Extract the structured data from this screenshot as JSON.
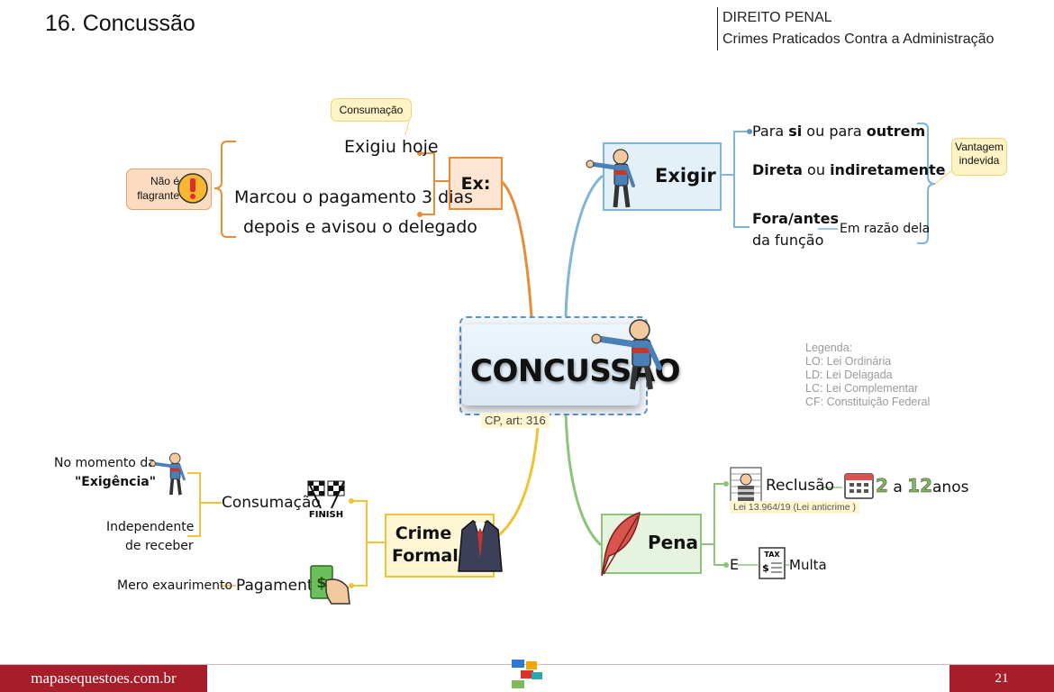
{
  "header": {
    "page_title": "16. Concussão",
    "subject": "DIREITO PENAL",
    "topic": "Crimes Praticados Contra a Administração"
  },
  "center": {
    "label": "CONCUSSÃO",
    "reference": "CP, art: 316"
  },
  "example": {
    "label": "Ex:",
    "items": [
      "Exigiu hoje",
      "Marcou o pagamento 3 dias",
      "depois e avisou o delegado"
    ],
    "consumacao_bubble": "Consumação",
    "flag_line1": "Não é",
    "flag_line2": "flagrante"
  },
  "exigir": {
    "label": "Exigir",
    "item1_a": "Para ",
    "item1_b": "si",
    "item1_c": " ou para ",
    "item1_d": "outrem",
    "item2_a": "Direta",
    "item2_b": " ou ",
    "item2_c": "indiretamente",
    "item3_a": "Fora/antes",
    "item3_b": "da função",
    "item3_sub": "Em razão dela",
    "callout_line1": "Vantagem",
    "callout_line2": "indevida"
  },
  "crime": {
    "label_line1": "Crime",
    "label_line2": "Formal",
    "consumacao": "Consumação",
    "pagamento": "Pagamento",
    "momento_line1": "No momento da",
    "momento_line2": "\"Exigência\"",
    "indep_line1": "Independente",
    "indep_line2": "de receber",
    "exaurimento": "Mero exaurimento",
    "flag_text": "FINISH"
  },
  "pena": {
    "label": "Pena",
    "reclusao": "Reclusão",
    "num1": "2",
    "a": " a ",
    "num2": "12",
    "anos": "anos",
    "anticrime": "Lei 13.964/19 (Lei anticrime )",
    "e": "E",
    "multa": "Multa",
    "tax": "TAX"
  },
  "legend": {
    "title": "Legenda:",
    "lo": "LO: Lei Ordinária",
    "ld": "LD: Lei Delagada",
    "lc": "LC: Lei Complementar",
    "cf": "CF: Constituição Federal"
  },
  "footer": {
    "site": "mapasequestoes.com.br",
    "page_number": "21"
  },
  "colors": {
    "orange": "#e98c38",
    "blue": "#7fb5d8",
    "yellow": "#f1c232",
    "green": "#8bc57a",
    "footer": "#a71d2a"
  }
}
